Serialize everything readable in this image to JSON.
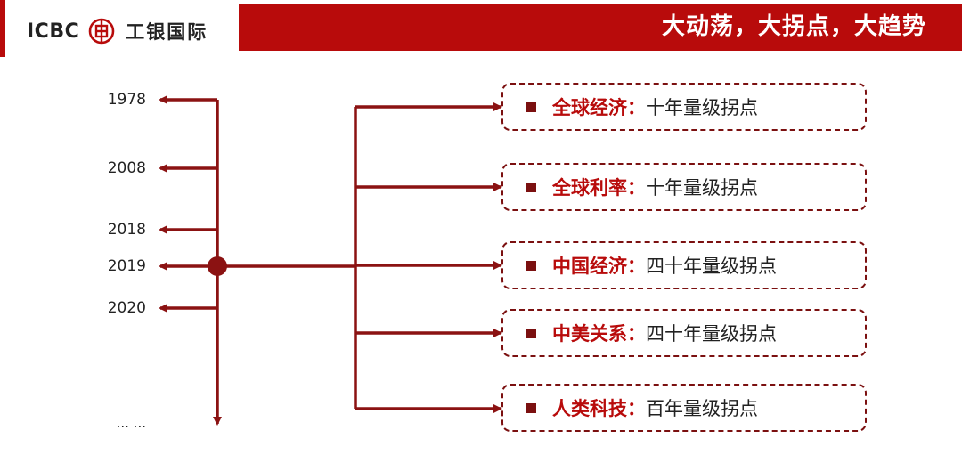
{
  "header": {
    "logo_text": "ICBC",
    "logo_cn": "工银国际",
    "title": "大动荡，大拐点，大趋势"
  },
  "timeline": {
    "years": [
      "1978",
      "2008",
      "2018",
      "2019",
      "2020"
    ],
    "ellipsis": "... ..."
  },
  "turning_points": [
    {
      "label": "全球经济",
      "sep": "：",
      "desc": "十年量级拐点"
    },
    {
      "label": "全球利率",
      "sep": "：",
      "desc": "十年量级拐点"
    },
    {
      "label": "中国经济",
      "sep": "：",
      "desc": "四十年量级拐点"
    },
    {
      "label": "中美关系",
      "sep": "：",
      "desc": "四十年量级拐点"
    },
    {
      "label": "人类科技",
      "sep": "：",
      "desc": "百年量级拐点"
    }
  ],
  "colors": {
    "accent": "#b80b0b",
    "line": "#8b1212",
    "text": "#222222"
  },
  "icons": {
    "logo": "icbc-coin-logo",
    "bullet": "square-bullet"
  }
}
